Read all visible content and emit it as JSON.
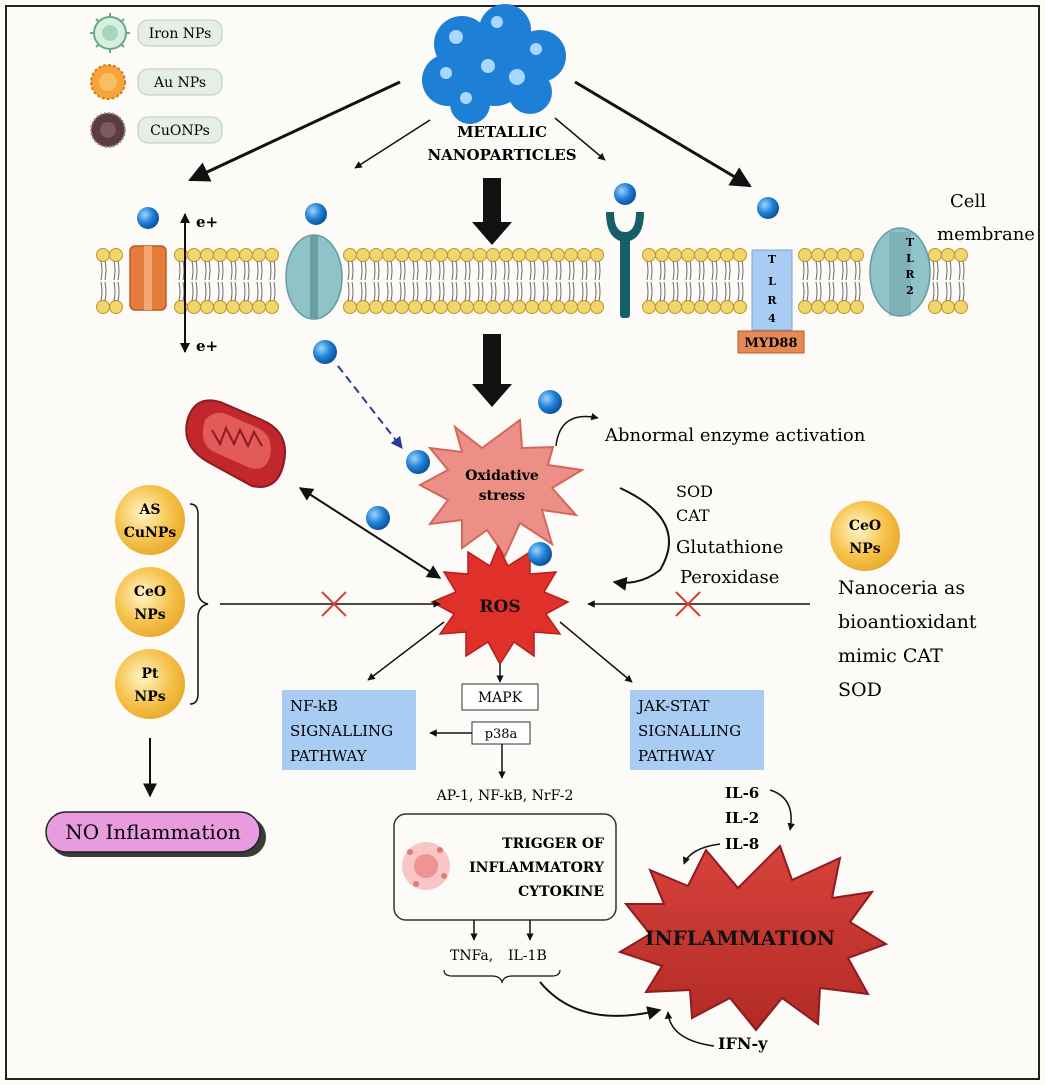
{
  "legend": {
    "items": [
      {
        "label": "Iron NPs"
      },
      {
        "label": "Au NPs"
      },
      {
        "label": "CuONPs"
      }
    ]
  },
  "metallic": {
    "line1": "METALLIC",
    "line2": "NANOPARTICLES"
  },
  "membrane": {
    "cell_label_1": "Cell",
    "cell_label_2": "membrane",
    "e_top": "e+",
    "e_bottom": "e+",
    "tlr4_letters": [
      "T",
      "L",
      "R",
      "4"
    ],
    "tlr2_letters": [
      "T",
      "L",
      "R",
      "2"
    ],
    "myd88": "MYD88"
  },
  "oxidative": {
    "line1": "Oxidative",
    "line2": "stress"
  },
  "abnormal": "Abnormal enzyme activation",
  "enzymes": {
    "lines": [
      "SOD",
      "CAT",
      "Glutathione",
      "Peroxidase"
    ]
  },
  "ros": "ROS",
  "left_nps": [
    {
      "line1": "AS",
      "line2": "CuNPs"
    },
    {
      "line1": "CeO",
      "line2": "NPs"
    },
    {
      "line1": "Pt",
      "line2": "NPs"
    }
  ],
  "no_inflammation": "NO Inflammation",
  "right_np": {
    "line1": "CeO",
    "line2": "NPs"
  },
  "nanoceria": {
    "lines": [
      "Nanoceria as",
      "bioantioxidant",
      "mimic CAT",
      "SOD"
    ]
  },
  "nfkb": {
    "lines": [
      "NF-kB",
      "SIGNALLING",
      "PATHWAY"
    ]
  },
  "jak": {
    "lines": [
      "JAK-STAT",
      "SIGNALLING",
      "PATHWAY"
    ]
  },
  "mapk": "MAPK",
  "p38": "p38a",
  "ap1": "AP-1, NF-kB, NrF-2",
  "trigger": {
    "lines": [
      "TRIGGER OF",
      "INFLAMMATORY",
      "CYTOKINE"
    ]
  },
  "tnf": "TNFa,",
  "il1b": "IL-1B",
  "interleukins": [
    "IL-6",
    "IL-2",
    "IL-8"
  ],
  "inflammation": "INFLAMMATION",
  "ifn": "IFN-y",
  "colors": {
    "nanoparticle_blue": "#1e7fd6",
    "ros_red": "#e0302a",
    "oxidative_pink": "#ec8f86",
    "np_yellow": "#f6c34d",
    "pathway_blue": "#a9cdf2",
    "myd88_orange": "#e58a57",
    "channel_teal": "#8fc3c7",
    "no_inflammation_pink": "#e99be0"
  }
}
